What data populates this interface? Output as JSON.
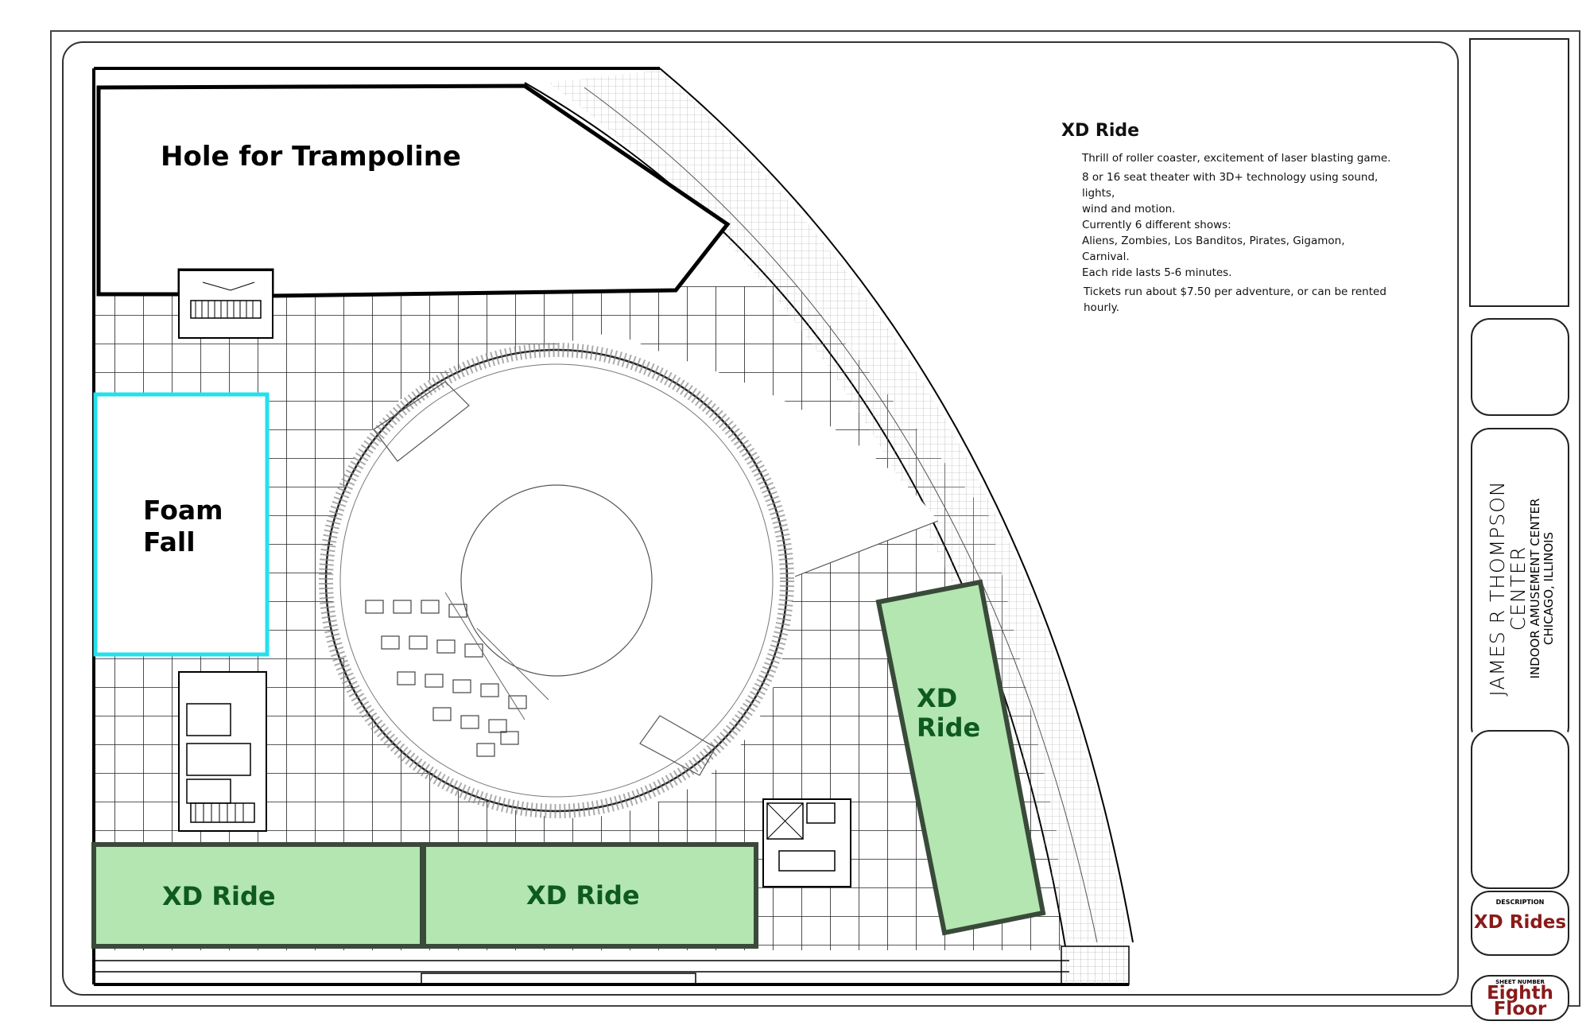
{
  "plan": {
    "areas": {
      "trampoline": "Hole for Trampoline",
      "foam_fall_line1": "Foam",
      "foam_fall_line2": "Fall",
      "xd_ride_bottom_left": "XD Ride",
      "xd_ride_bottom_mid": "XD Ride",
      "xd_ride_right_line1": "XD",
      "xd_ride_right_line2": "Ride"
    },
    "colors": {
      "xd_ride_fill": "#b3e6b0",
      "xd_ride_border": "#3a4a3a",
      "xd_ride_text": "#0e5a1f",
      "foam_fall_border": "#22e1ee",
      "title_red": "#8b1a1a"
    }
  },
  "notes": {
    "title": "XD Ride",
    "lines": [
      "Thrill of roller coaster, excitement of laser blasting game.",
      "8 or 16 seat theater with 3D+ technology using sound, lights,",
      "wind and motion.",
      "Currently 6 different shows:",
      "Aliens, Zombies, Los Banditos, Pirates, Gigamon, Carnival.",
      "Each ride lasts 5-6 minutes."
    ],
    "tickets": "Tickets run about $7.50 per adventure, or can be rented hourly."
  },
  "title_block": {
    "project_line1": "JAMES R THOMPSON",
    "project_line2": "CENTER",
    "project_line3": "INDOOR AMUSEMENT CENTER",
    "project_line4": "CHICAGO, ILLINOIS",
    "description_label": "DESCRIPTION",
    "description_value": "XD Rides",
    "sheet_label": "SHEET NUMBER",
    "sheet_value_line1": "Eighth",
    "sheet_value_line2": "Floor"
  }
}
